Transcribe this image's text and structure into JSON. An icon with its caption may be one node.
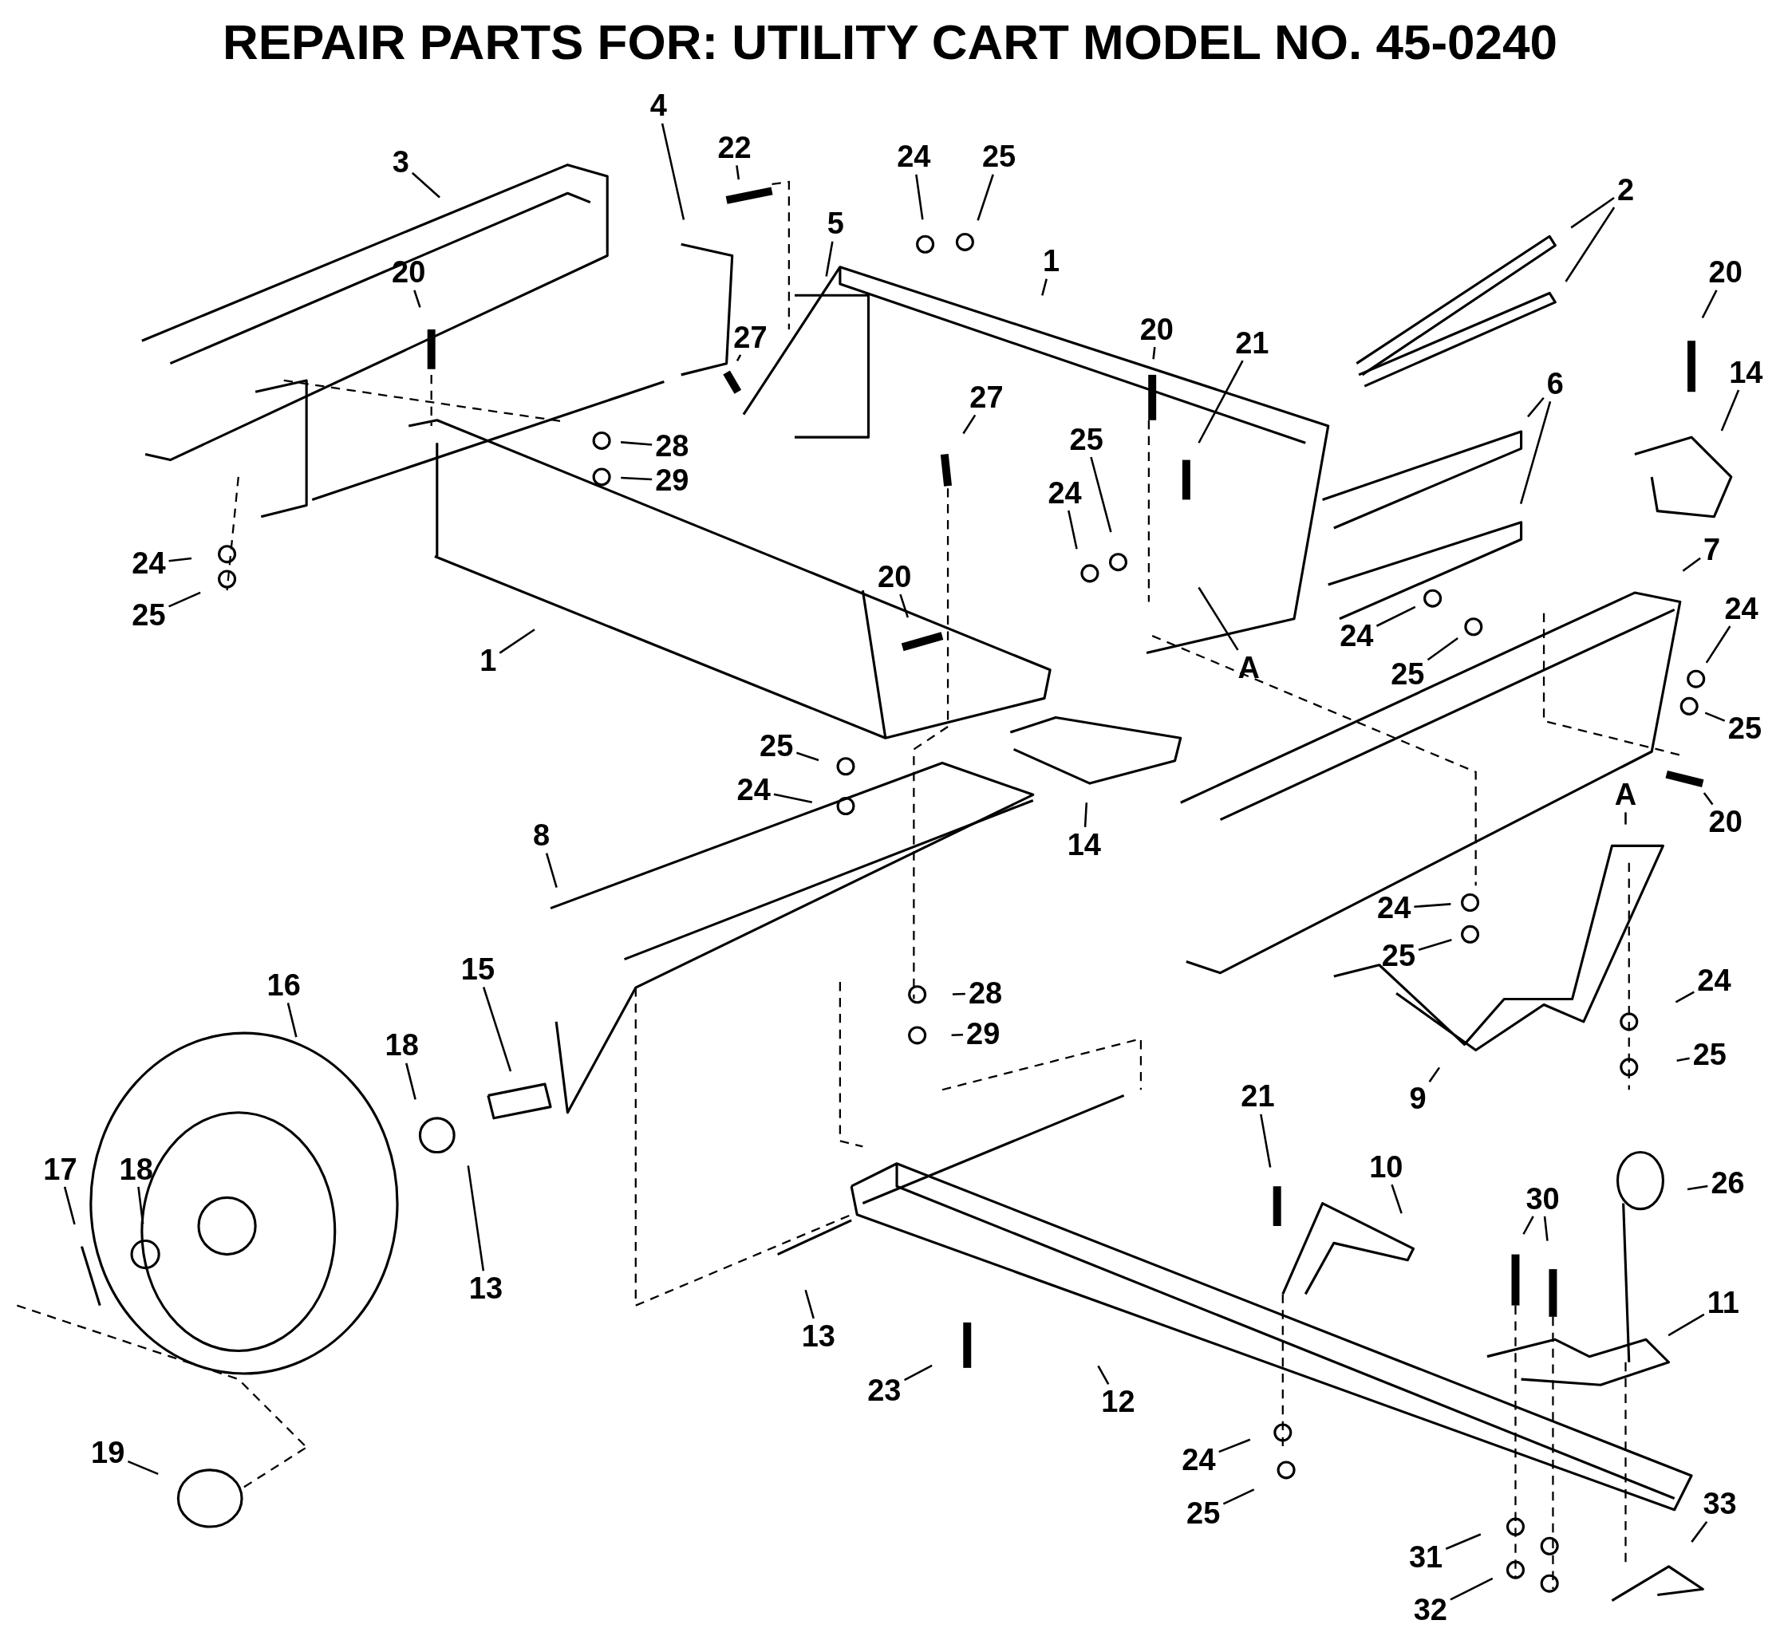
{
  "diagram": {
    "title": "REPAIR PARTS FOR: UTILITY CART MODEL NO. 45-0240",
    "nodes": [
      {
        "text": [
          "3"
        ]
      },
      {
        "text": [
          "4"
        ]
      },
      {
        "text": [
          "22"
        ]
      },
      {
        "text": [
          "24"
        ]
      },
      {
        "text": [
          "25"
        ]
      },
      {
        "text": [
          "5"
        ]
      },
      {
        "text": [
          "1"
        ]
      },
      {
        "text": [
          "2"
        ]
      },
      {
        "text": [
          "20"
        ]
      },
      {
        "text": [
          "20"
        ]
      },
      {
        "text": [
          "27"
        ]
      },
      {
        "text": [
          "20"
        ]
      },
      {
        "text": [
          "21"
        ]
      },
      {
        "text": [
          "14"
        ]
      },
      {
        "text": [
          "6"
        ]
      },
      {
        "text": [
          "27"
        ]
      },
      {
        "text": [
          "25"
        ]
      },
      {
        "text": [
          "28"
        ]
      },
      {
        "text": [
          "29"
        ]
      },
      {
        "text": [
          "24"
        ]
      },
      {
        "text": [
          "7"
        ]
      },
      {
        "text": [
          "24"
        ]
      },
      {
        "text": [
          "25"
        ]
      },
      {
        "text": [
          "1"
        ]
      },
      {
        "text": [
          "20"
        ]
      },
      {
        "text": [
          "A"
        ]
      },
      {
        "text": [
          "24"
        ]
      },
      {
        "text": [
          "25"
        ]
      },
      {
        "text": [
          "24"
        ]
      },
      {
        "text": [
          "25"
        ]
      },
      {
        "text": [
          "25"
        ]
      },
      {
        "text": [
          "24"
        ]
      },
      {
        "text": [
          "20"
        ]
      },
      {
        "text": [
          "A"
        ]
      },
      {
        "text": [
          "14"
        ]
      },
      {
        "text": [
          "8"
        ]
      },
      {
        "text": [
          "24"
        ]
      },
      {
        "text": [
          "25"
        ]
      },
      {
        "text": [
          "16"
        ]
      },
      {
        "text": [
          "15"
        ]
      },
      {
        "text": [
          "28"
        ]
      },
      {
        "text": [
          "29"
        ]
      },
      {
        "text": [
          "24"
        ]
      },
      {
        "text": [
          "18"
        ]
      },
      {
        "text": [
          "25"
        ]
      },
      {
        "text": [
          "9"
        ]
      },
      {
        "text": [
          "21"
        ]
      },
      {
        "text": [
          "10"
        ]
      },
      {
        "text": [
          "17"
        ]
      },
      {
        "text": [
          "18"
        ]
      },
      {
        "text": [
          "30"
        ]
      },
      {
        "text": [
          "26"
        ]
      },
      {
        "text": [
          "13"
        ]
      },
      {
        "text": [
          "11"
        ]
      },
      {
        "text": [
          "13"
        ]
      },
      {
        "text": [
          "23"
        ]
      },
      {
        "text": [
          "12"
        ]
      },
      {
        "text": [
          "19"
        ]
      },
      {
        "text": [
          "24"
        ]
      },
      {
        "text": [
          "25"
        ]
      },
      {
        "text": [
          "33"
        ]
      },
      {
        "text": [
          "31"
        ]
      },
      {
        "text": [
          "32"
        ]
      }
    ],
    "edges": [
      {
        "from": 0,
        "to": null,
        "arrow": "none"
      },
      {
        "from": 1,
        "to": null,
        "arrow": "none"
      },
      {
        "from": 2,
        "to": null,
        "arrow": "none"
      },
      {
        "from": 3,
        "to": null,
        "arrow": "none"
      },
      {
        "from": 4,
        "to": null,
        "arrow": "none"
      },
      {
        "from": 5,
        "to": null,
        "arrow": "none"
      },
      {
        "from": 6,
        "to": null,
        "arrow": "none"
      },
      {
        "from": 7,
        "to": null,
        "arrow": "none"
      },
      {
        "from": 7,
        "to": null,
        "arrow": "none"
      },
      {
        "from": 8,
        "to": null,
        "arrow": "none"
      },
      {
        "from": 9,
        "to": null,
        "arrow": "none"
      },
      {
        "from": 10,
        "to": null,
        "arrow": "none"
      },
      {
        "from": 11,
        "to": null,
        "arrow": "none"
      },
      {
        "from": 12,
        "to": null,
        "arrow": "none"
      },
      {
        "from": 13,
        "to": null,
        "arrow": "none"
      },
      {
        "from": 14,
        "to": null,
        "arrow": "none"
      },
      {
        "from": 14,
        "to": null,
        "arrow": "none"
      },
      {
        "from": 15,
        "to": null,
        "arrow": "none"
      },
      {
        "from": 16,
        "to": null,
        "arrow": "none"
      },
      {
        "from": 17,
        "to": null,
        "arrow": "none"
      },
      {
        "from": 18,
        "to": null,
        "arrow": "none"
      },
      {
        "from": 19,
        "to": null,
        "arrow": "none"
      },
      {
        "from": 20,
        "to": null,
        "arrow": "none"
      },
      {
        "from": 21,
        "to": null,
        "arrow": "none"
      },
      {
        "from": 22,
        "to": null,
        "arrow": "none"
      },
      {
        "from": 23,
        "to": null,
        "arrow": "none"
      },
      {
        "from": 24,
        "to": null,
        "arrow": "none"
      },
      {
        "from": 25,
        "to": null,
        "arrow": "none"
      },
      {
        "from": 26,
        "to": null,
        "arrow": "none"
      },
      {
        "from": 27,
        "to": null,
        "arrow": "none"
      },
      {
        "from": 28,
        "to": null,
        "arrow": "none"
      },
      {
        "from": 29,
        "to": null,
        "arrow": "none"
      },
      {
        "from": 30,
        "to": null,
        "arrow": "none"
      },
      {
        "from": 31,
        "to": null,
        "arrow": "none"
      },
      {
        "from": 32,
        "to": null,
        "arrow": "none"
      },
      {
        "from": 33,
        "to": null,
        "arrow": "none"
      },
      {
        "from": 34,
        "to": null,
        "arrow": "none"
      },
      {
        "from": 35,
        "to": null,
        "arrow": "none"
      },
      {
        "from": 36,
        "to": null,
        "arrow": "none"
      },
      {
        "from": 37,
        "to": null,
        "arrow": "none"
      },
      {
        "from": 38,
        "to": null,
        "arrow": "none"
      },
      {
        "from": 39,
        "to": null,
        "arrow": "none"
      },
      {
        "from": 40,
        "to": null,
        "arrow": "none"
      },
      {
        "from": 41,
        "to": null,
        "arrow": "none"
      },
      {
        "from": 42,
        "to": null,
        "arrow": "none"
      },
      {
        "from": 43,
        "to": null,
        "arrow": "none"
      },
      {
        "from": 44,
        "to": null,
        "arrow": "none"
      },
      {
        "from": 45,
        "to": null,
        "arrow": "none"
      },
      {
        "from": 46,
        "to": null,
        "arrow": "none"
      },
      {
        "from": 47,
        "to": null,
        "arrow": "none"
      },
      {
        "from": 48,
        "to": null,
        "arrow": "none"
      },
      {
        "from": 49,
        "to": null,
        "arrow": "none"
      },
      {
        "from": 50,
        "to": null,
        "arrow": "none"
      },
      {
        "from": 50,
        "to": null,
        "arrow": "none"
      },
      {
        "from": 51,
        "to": null,
        "arrow": "none"
      },
      {
        "from": 52,
        "to": null,
        "arrow": "none"
      },
      {
        "from": 53,
        "to": null,
        "arrow": "none"
      },
      {
        "from": 54,
        "to": null,
        "arrow": "none"
      },
      {
        "from": 55,
        "to": null,
        "arrow": "none"
      },
      {
        "from": 56,
        "to": null,
        "arrow": "none"
      },
      {
        "from": 57,
        "to": null,
        "arrow": "none"
      },
      {
        "from": 58,
        "to": null,
        "arrow": "none"
      },
      {
        "from": 59,
        "to": null,
        "arrow": "none"
      },
      {
        "from": 60,
        "to": null,
        "arrow": "none"
      },
      {
        "from": 61,
        "to": null,
        "arrow": "none"
      },
      {
        "from": 62,
        "to": null,
        "arrow": "none"
      }
    ]
  }
}
